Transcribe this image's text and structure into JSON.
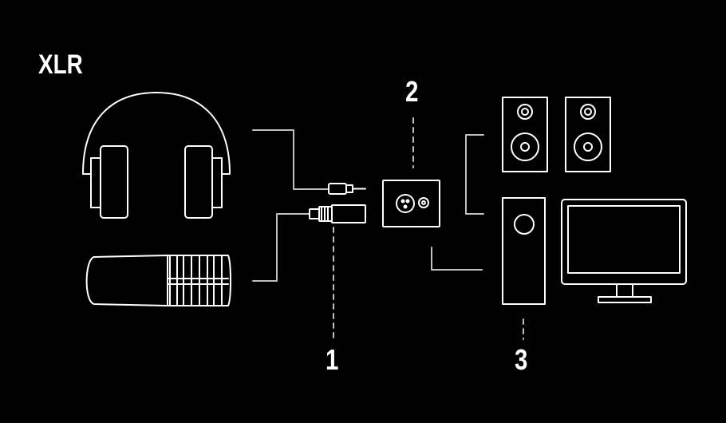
{
  "diagram": {
    "title": "XLR",
    "callouts": {
      "one": "1",
      "two": "2",
      "three": "3"
    },
    "colors": {
      "background": "#000000",
      "line": "#ffffff",
      "cable": "#bfbfbf"
    },
    "icons": [
      "headphones-icon",
      "microphone-icon",
      "trs-plug-icon",
      "xlr-plug-icon",
      "audio-interface-icon",
      "speaker-icon",
      "computer-tower-icon",
      "monitor-icon"
    ]
  }
}
